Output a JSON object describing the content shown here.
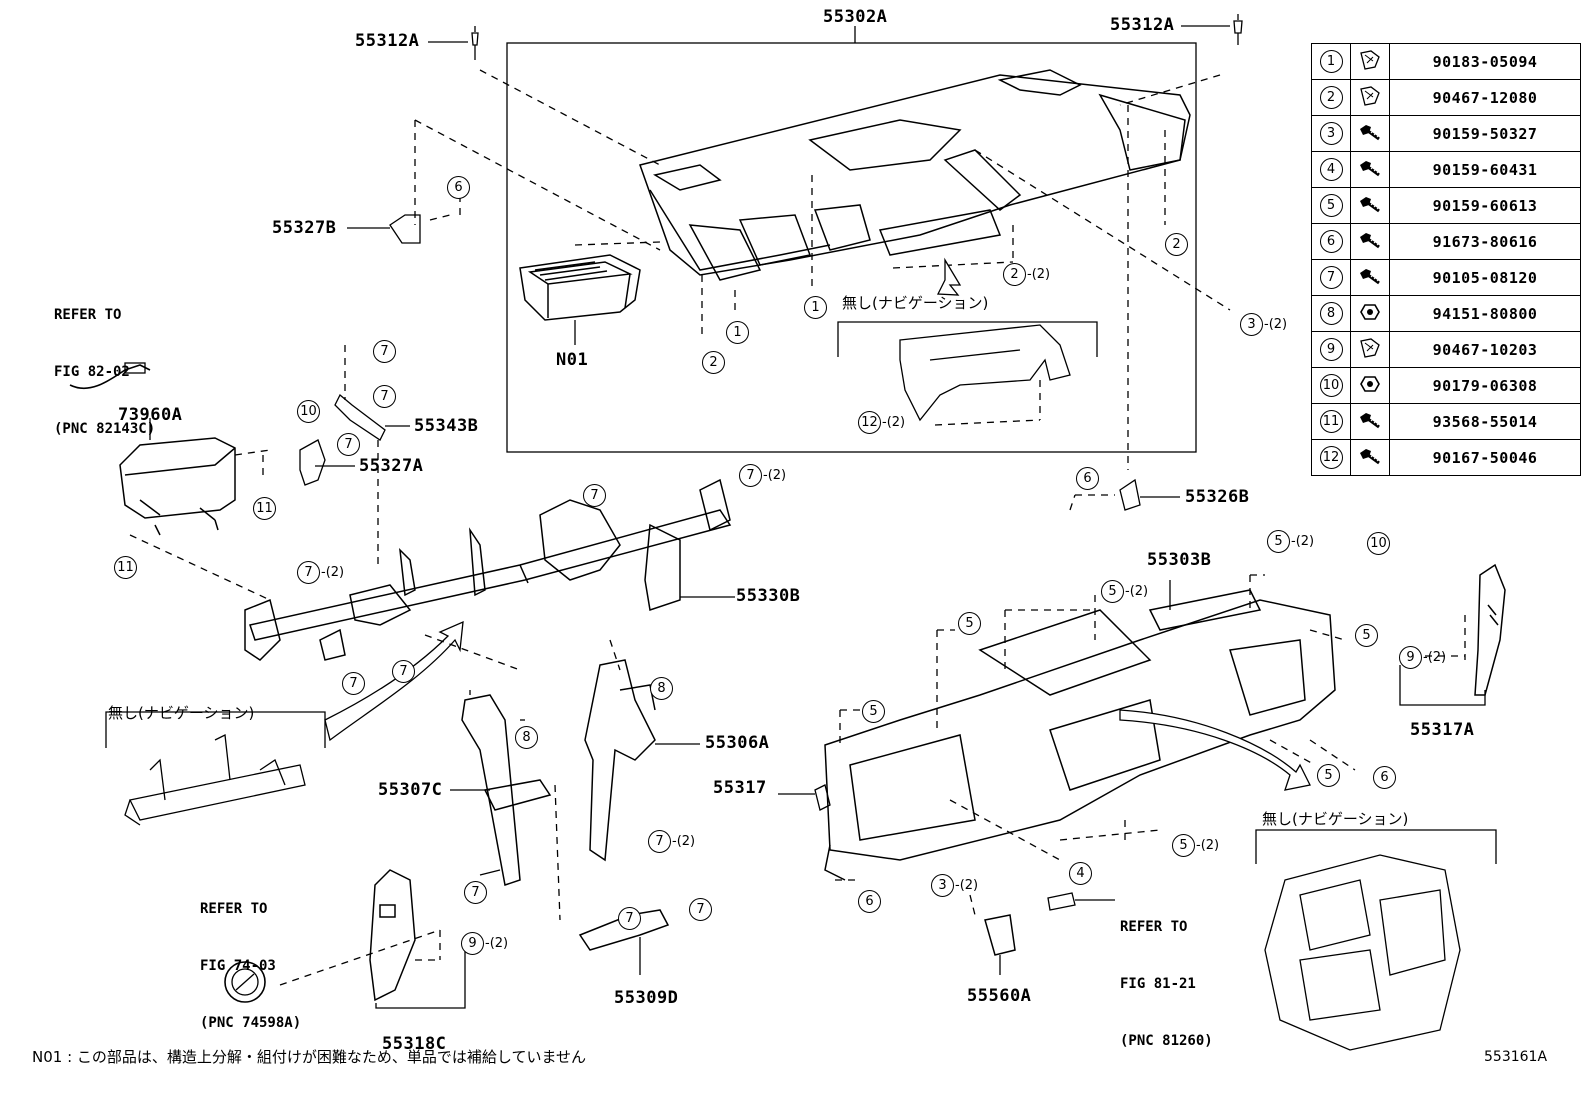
{
  "part_numbers": {
    "p55302A": "55302A",
    "p55312A_left": "55312A",
    "p55312A_right": "55312A",
    "p55327B": "55327B",
    "pN01": "N01",
    "p73960A": "73960A",
    "p55343B": "55343B",
    "p55327A": "55327A",
    "p55330B": "55330B",
    "p55326B": "55326B",
    "p55303B": "55303B",
    "p55317A": "55317A",
    "p55306A": "55306A",
    "p55317": "55317",
    "p55307C": "55307C",
    "p55309D": "55309D",
    "p55318C": "55318C",
    "p55560A": "55560A"
  },
  "refer_notes": {
    "r82": {
      "line1": "REFER TO",
      "line2": "FIG 82-02",
      "line3": "(PNC 82143C)"
    },
    "r74": {
      "line1": "REFER TO",
      "line2": "FIG 74-03",
      "line3": "(PNC 74598A)"
    },
    "r81": {
      "line1": "REFER TO",
      "line2": "FIG 81-21",
      "line3": "(PNC 81260)"
    }
  },
  "variant_labels": {
    "top": "無し(ナビゲーション)",
    "left": "無し(ナビゲーション)",
    "right": "無し(ナビゲーション)"
  },
  "callouts": {
    "c_6a": {
      "num": "6",
      "qty": ""
    },
    "c_2a": {
      "num": "2",
      "qty": ""
    },
    "c_1a": {
      "num": "1",
      "qty": ""
    },
    "c_1b": {
      "num": "1",
      "qty": ""
    },
    "c_2b": {
      "num": "2",
      "qty": "-(2)"
    },
    "c_2c": {
      "num": "2",
      "qty": ""
    },
    "c_3a": {
      "num": "3",
      "qty": "-(2)"
    },
    "c_12": {
      "num": "12",
      "qty": "-(2)"
    },
    "c_7a": {
      "num": "7",
      "qty": ""
    },
    "c_7b": {
      "num": "7",
      "qty": ""
    },
    "c_7c": {
      "num": "7",
      "qty": ""
    },
    "c_10a": {
      "num": "10",
      "qty": ""
    },
    "c_11a": {
      "num": "11",
      "qty": ""
    },
    "c_11b": {
      "num": "11",
      "qty": ""
    },
    "c_6b": {
      "num": "6",
      "qty": ""
    },
    "c_7d": {
      "num": "7",
      "qty": "-(2)"
    },
    "c_7e": {
      "num": "7",
      "qty": ""
    },
    "c_7f": {
      "num": "7",
      "qty": "-(2)"
    },
    "c_7g": {
      "num": "7",
      "qty": ""
    },
    "c_7h": {
      "num": "7",
      "qty": ""
    },
    "c_8a": {
      "num": "8",
      "qty": ""
    },
    "c_8b": {
      "num": "8",
      "qty": ""
    },
    "c_7i": {
      "num": "7",
      "qty": "-(2)"
    },
    "c_7j": {
      "num": "7",
      "qty": ""
    },
    "c_9a": {
      "num": "9",
      "qty": "-(2)"
    },
    "c_7k": {
      "num": "7",
      "qty": ""
    },
    "c_7l": {
      "num": "7",
      "qty": ""
    },
    "c_5a": {
      "num": "5",
      "qty": "-(2)"
    },
    "c_10b": {
      "num": "10",
      "qty": ""
    },
    "c_5b": {
      "num": "5",
      "qty": "-(2)"
    },
    "c_5c": {
      "num": "5",
      "qty": ""
    },
    "c_5d": {
      "num": "5",
      "qty": ""
    },
    "c_5e": {
      "num": "5",
      "qty": ""
    },
    "c_9b": {
      "num": "9",
      "qty": "-(2)"
    },
    "c_5f": {
      "num": "5",
      "qty": ""
    },
    "c_6c": {
      "num": "6",
      "qty": ""
    },
    "c_5g": {
      "num": "5",
      "qty": "-(2)"
    },
    "c_4a": {
      "num": "4",
      "qty": ""
    },
    "c_6d": {
      "num": "6",
      "qty": ""
    },
    "c_3b": {
      "num": "3",
      "qty": "-(2)"
    }
  },
  "legend": [
    {
      "no": "1",
      "icon": "clip-icon",
      "part": "90183-05094"
    },
    {
      "no": "2",
      "icon": "clip-icon",
      "part": "90467-12080"
    },
    {
      "no": "3",
      "icon": "screw-icon",
      "part": "90159-50327"
    },
    {
      "no": "4",
      "icon": "screw-icon",
      "part": "90159-60431"
    },
    {
      "no": "5",
      "icon": "screw-icon",
      "part": "90159-60613"
    },
    {
      "no": "6",
      "icon": "screw-icon",
      "part": "91673-80616"
    },
    {
      "no": "7",
      "icon": "screw-icon",
      "part": "90105-08120"
    },
    {
      "no": "8",
      "icon": "nut-icon",
      "part": "94151-80800"
    },
    {
      "no": "9",
      "icon": "clip-icon",
      "part": "90467-10203"
    },
    {
      "no": "10",
      "icon": "nut-icon",
      "part": "90179-06308"
    },
    {
      "no": "11",
      "icon": "screw-icon",
      "part": "93568-55014"
    },
    {
      "no": "12",
      "icon": "screw-icon",
      "part": "90167-50046"
    }
  ],
  "footnote": "N01 : この部品は、構造上分解・組付けが困難なため、単品では補給していません",
  "illustration_number": "553161A"
}
